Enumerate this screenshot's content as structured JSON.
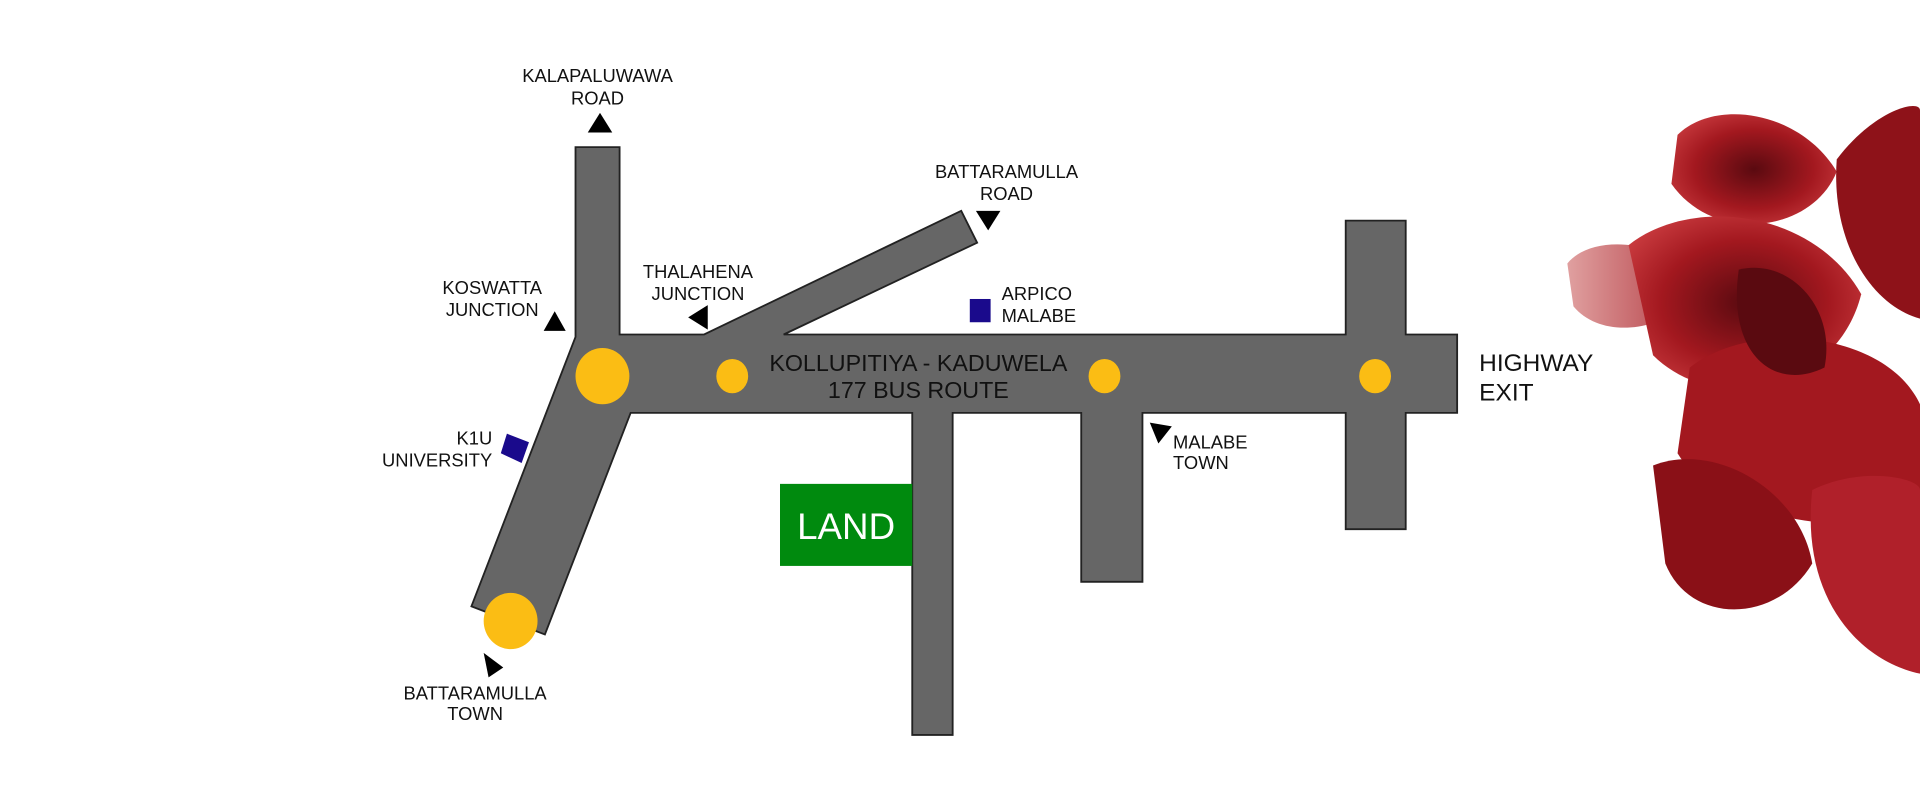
{
  "map": {
    "main_road_label": [
      "KOLLUPITIYA - KADUWELA",
      "177 BUS ROUTE"
    ],
    "highway_exit": [
      "HIGHWAY",
      "EXIT"
    ],
    "land_label": "LAND",
    "places": {
      "kalapaluwawa": [
        "KALAPALUWAWA",
        "ROAD"
      ],
      "battaramulla_road": [
        "BATTARAMULLA",
        "ROAD"
      ],
      "thalahena": [
        "THALAHENA",
        "JUNCTION"
      ],
      "koswatta": [
        "KOSWATTA",
        "JUNCTION"
      ],
      "arpico": [
        "ARPICO",
        "MALABE"
      ],
      "k1u": [
        "K1U",
        "UNIVERSITY"
      ],
      "battaramulla_town": [
        "BATTARAMULLA",
        "TOWN"
      ],
      "malabe_town": [
        "MALABE",
        "TOWN"
      ]
    },
    "colors": {
      "road": "#666666",
      "stop": "#fbbd14",
      "land": "#008a0e",
      "landmark": "#1a0a8c",
      "flower": "#a3181f"
    }
  }
}
